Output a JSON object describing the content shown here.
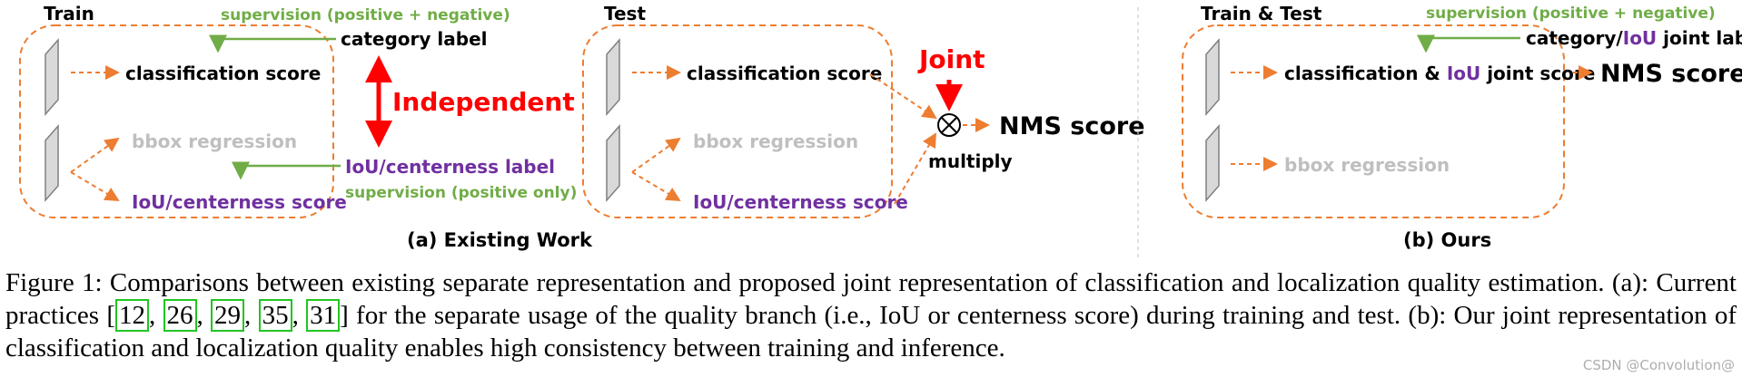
{
  "colors": {
    "orange": "#ed7d31",
    "green": "#70ad47",
    "purple": "#7030a0",
    "red": "#ff0000",
    "gray": "#bfbfbf",
    "divider": "#cccccc"
  },
  "panel_a": {
    "train_title": "Train",
    "test_title": "Test",
    "supervision_pos_neg": "supervision (positive + negative)",
    "category_label": "category label",
    "classification_score": "classification score",
    "bbox_regression": "bbox regression",
    "iou_centerness_score": "IoU/centerness score",
    "iou_centerness_label": "IoU/centerness label",
    "supervision_pos_only": "supervision (positive only)",
    "independent": "Independent",
    "joint": "Joint",
    "multiply": "multiply",
    "nms_score": "NMS score",
    "caption_label": "(a) Existing Work"
  },
  "panel_b": {
    "title": "Train & Test",
    "supervision": "supervision (positive + negative)",
    "label_prefix": "category/",
    "label_iou": "IoU",
    "label_suffix": " joint label",
    "score_prefix": "classification & ",
    "score_iou": "IoU",
    "score_suffix": " joint score",
    "nms_score": "NMS score",
    "bbox_regression": "bbox regression",
    "caption_label": "(b) Ours"
  },
  "caption": {
    "p1": "Figure 1: Comparisons between existing separate representation and proposed joint representation of classification and localization quality estimation. (a): Current practices [",
    "c1": "12",
    "c2": "26",
    "c3": "29",
    "c4": "35",
    "c5": "31",
    "sep": ", ",
    "p2": "] for the separate usage of the quality branch (i.e., IoU or centerness score) during training and test. (b): Our joint representation of classification and localization quality enables high consistency between training and inference."
  },
  "watermark": "CSDN @Convolution@"
}
